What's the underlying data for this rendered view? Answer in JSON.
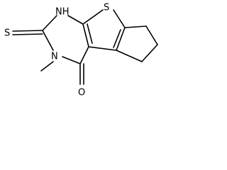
{
  "structure": {
    "atoms": {
      "nh": "NH",
      "n_methyl": "N",
      "s_ring": "S",
      "s_thione": "S",
      "o_carbonyl": "O"
    }
  },
  "colors": {
    "bond": "#000000",
    "label": "#000000",
    "background": "#ffffff"
  }
}
